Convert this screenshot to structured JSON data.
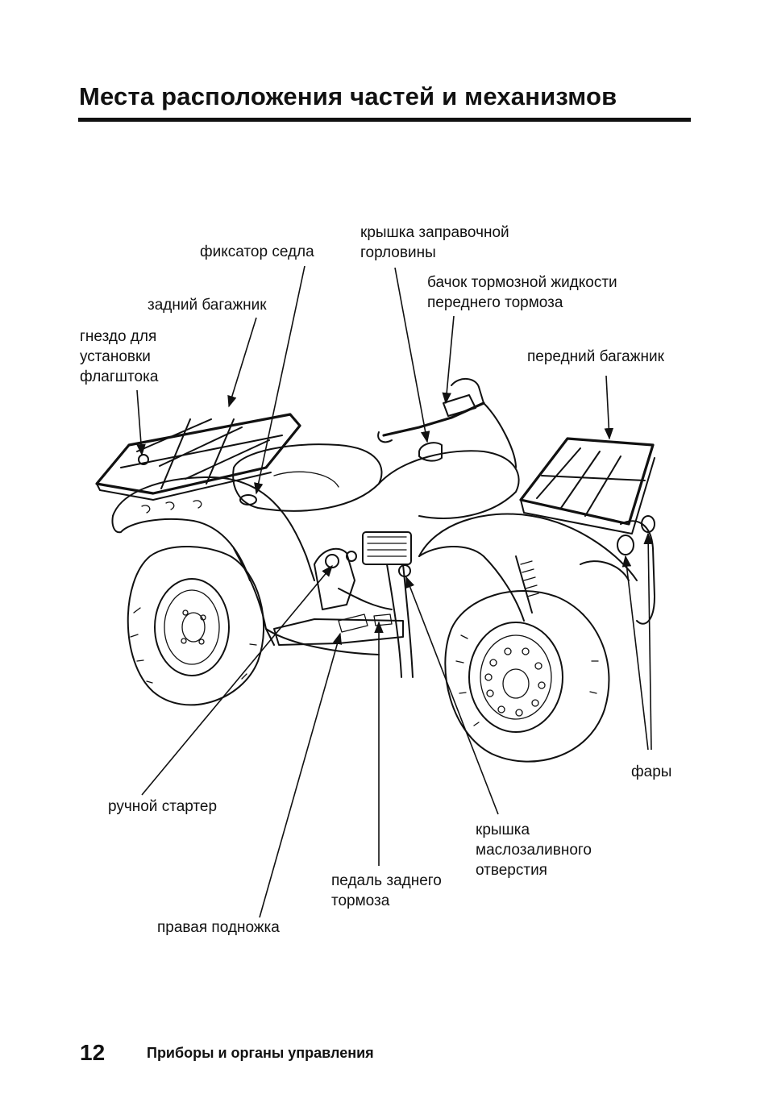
{
  "page": {
    "title": "Места расположения частей и механизмов",
    "footer": {
      "page_number": "12",
      "section": "Приборы и органы управления"
    }
  },
  "labels": {
    "seat_lock": "фиксатор седла",
    "fuel_cap_1": "крышка заправочной",
    "fuel_cap_2": "горловины",
    "brake_reservoir_1": "бачок тормозной жидкости",
    "brake_reservoir_2": "переднего тормоза",
    "rear_rack": "задний багажник",
    "flag_holder_1": "гнездо для",
    "flag_holder_2": "установки",
    "flag_holder_3": "флагштока",
    "front_rack": "передний багажник",
    "headlights": "фары",
    "recoil_starter": "ручной стартер",
    "oil_cap_1": "крышка",
    "oil_cap_2": "маслозаливного",
    "oil_cap_3": "отверстия",
    "rear_brake_pedal_1": "педаль заднего",
    "rear_brake_pedal_2": "тормоза",
    "right_footpeg": "правая подножка"
  }
}
